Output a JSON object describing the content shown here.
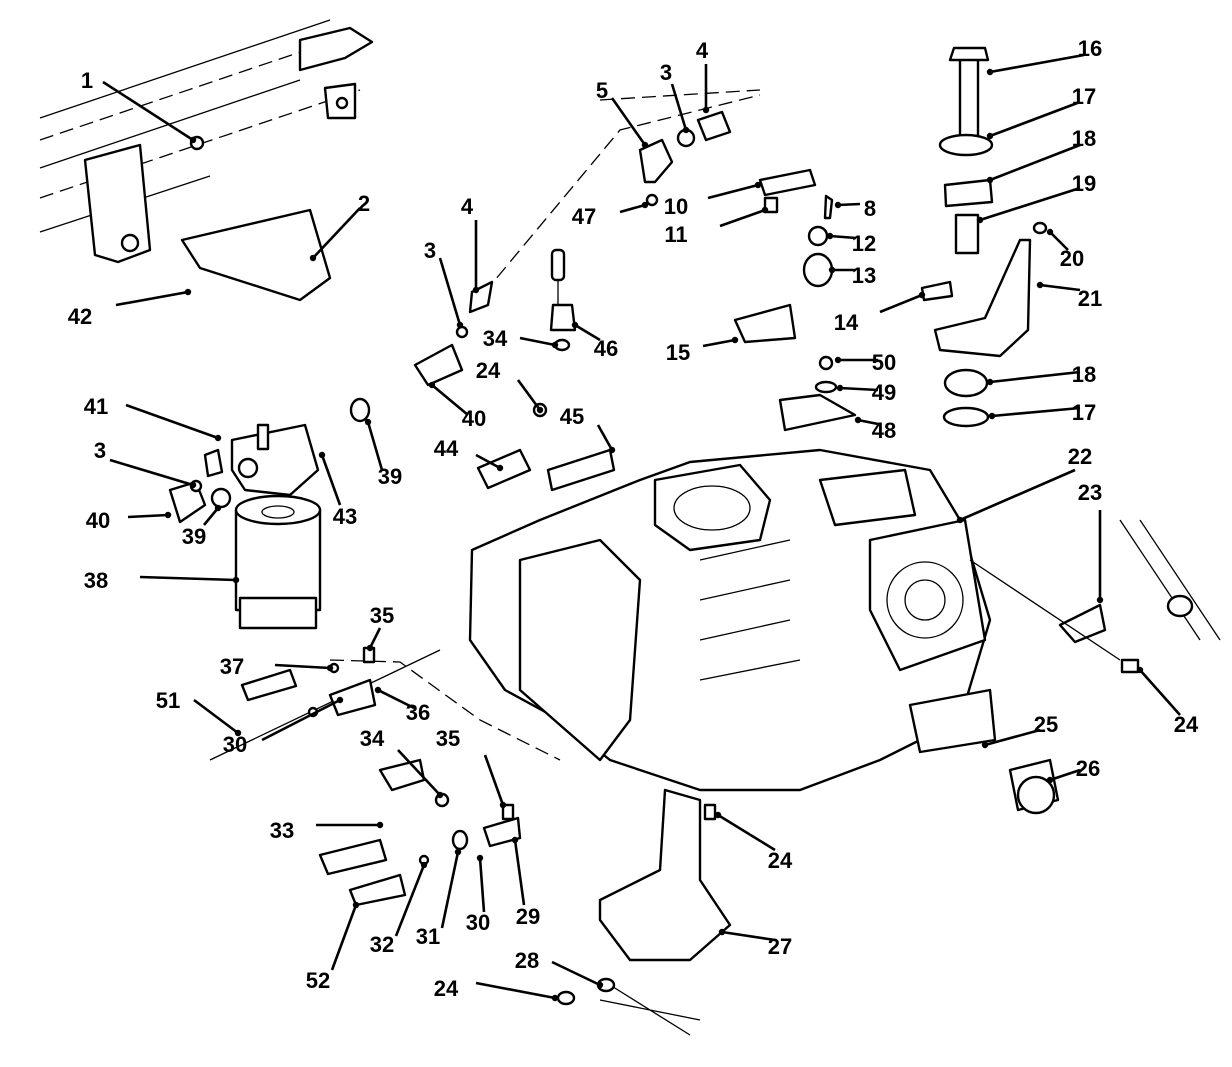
{
  "callouts": [
    {
      "id": "c1",
      "label": "1"
    },
    {
      "id": "c2",
      "label": "2"
    },
    {
      "id": "c3a",
      "label": "3"
    },
    {
      "id": "c3b",
      "label": "3"
    },
    {
      "id": "c3c",
      "label": "3"
    },
    {
      "id": "c4a",
      "label": "4"
    },
    {
      "id": "c4b",
      "label": "4"
    },
    {
      "id": "c5",
      "label": "5"
    },
    {
      "id": "c8",
      "label": "8"
    },
    {
      "id": "c10",
      "label": "10"
    },
    {
      "id": "c11",
      "label": "11"
    },
    {
      "id": "c12",
      "label": "12"
    },
    {
      "id": "c13",
      "label": "13"
    },
    {
      "id": "c14",
      "label": "14"
    },
    {
      "id": "c15",
      "label": "15"
    },
    {
      "id": "c16",
      "label": "16"
    },
    {
      "id": "c17a",
      "label": "17"
    },
    {
      "id": "c17b",
      "label": "17"
    },
    {
      "id": "c18a",
      "label": "18"
    },
    {
      "id": "c18b",
      "label": "18"
    },
    {
      "id": "c19",
      "label": "19"
    },
    {
      "id": "c20",
      "label": "20"
    },
    {
      "id": "c21",
      "label": "21"
    },
    {
      "id": "c22",
      "label": "22"
    },
    {
      "id": "c23",
      "label": "23"
    },
    {
      "id": "c24a",
      "label": "24"
    },
    {
      "id": "c24b",
      "label": "24"
    },
    {
      "id": "c24c",
      "label": "24"
    },
    {
      "id": "c24d",
      "label": "24"
    },
    {
      "id": "c25",
      "label": "25"
    },
    {
      "id": "c26",
      "label": "26"
    },
    {
      "id": "c27",
      "label": "27"
    },
    {
      "id": "c28",
      "label": "28"
    },
    {
      "id": "c29",
      "label": "29"
    },
    {
      "id": "c30a",
      "label": "30"
    },
    {
      "id": "c30b",
      "label": "30"
    },
    {
      "id": "c31",
      "label": "31"
    },
    {
      "id": "c32",
      "label": "32"
    },
    {
      "id": "c33",
      "label": "33"
    },
    {
      "id": "c34a",
      "label": "34"
    },
    {
      "id": "c34b",
      "label": "34"
    },
    {
      "id": "c35a",
      "label": "35"
    },
    {
      "id": "c35b",
      "label": "35"
    },
    {
      "id": "c36",
      "label": "36"
    },
    {
      "id": "c37",
      "label": "37"
    },
    {
      "id": "c38",
      "label": "38"
    },
    {
      "id": "c39a",
      "label": "39"
    },
    {
      "id": "c39b",
      "label": "39"
    },
    {
      "id": "c40a",
      "label": "40"
    },
    {
      "id": "c40b",
      "label": "40"
    },
    {
      "id": "c41",
      "label": "41"
    },
    {
      "id": "c42",
      "label": "42"
    },
    {
      "id": "c43",
      "label": "43"
    },
    {
      "id": "c44",
      "label": "44"
    },
    {
      "id": "c45",
      "label": "45"
    },
    {
      "id": "c46",
      "label": "46"
    },
    {
      "id": "c47",
      "label": "47"
    },
    {
      "id": "c48",
      "label": "48"
    },
    {
      "id": "c49",
      "label": "49"
    },
    {
      "id": "c50",
      "label": "50"
    },
    {
      "id": "c51",
      "label": "51"
    },
    {
      "id": "c52",
      "label": "52"
    }
  ]
}
